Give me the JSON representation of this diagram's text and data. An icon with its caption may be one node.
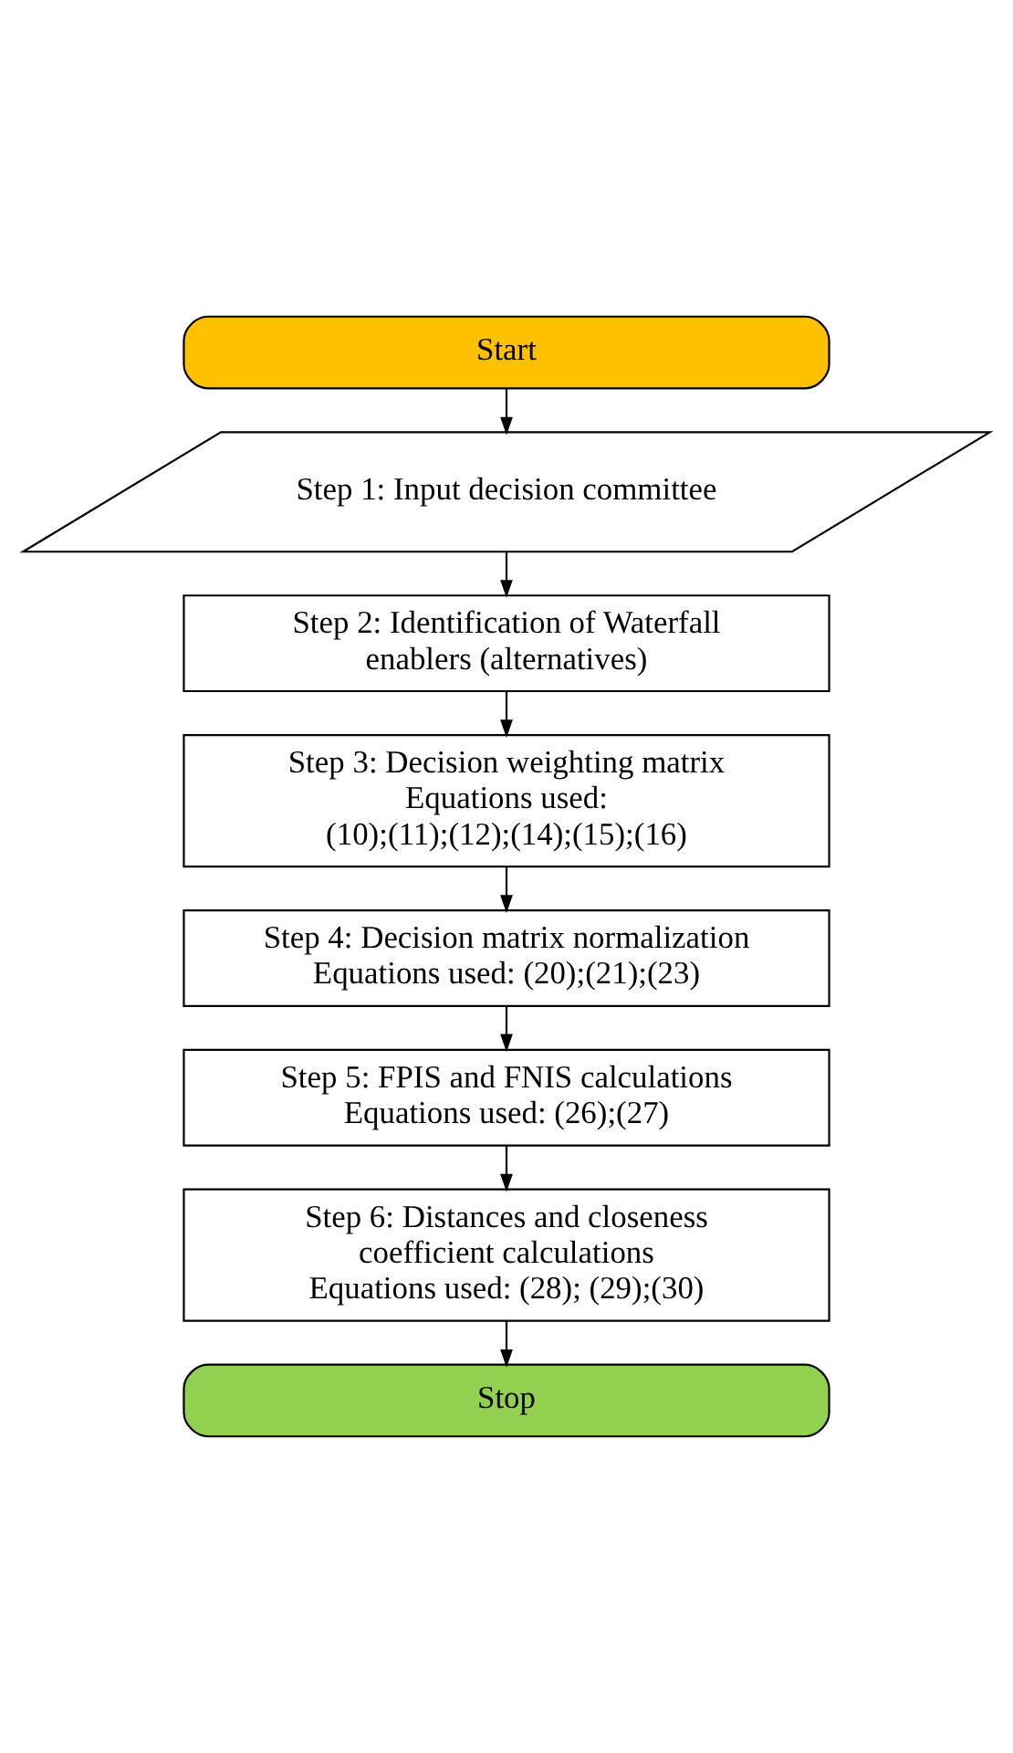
{
  "diagram": {
    "nodes": [
      {
        "text": [
          "Start"
        ]
      },
      {
        "text": [
          "Step 1: Input decision committee"
        ]
      },
      {
        "text": [
          "Step 2: Identification of Waterfall enablers (alternatives)"
        ]
      },
      {
        "text": [
          "Step 3: Decision weighting matrix",
          "Equations used: (10);(11);(12);(14);(15);(16)"
        ]
      },
      {
        "text": [
          "Step 4: Decision matrix normalization",
          "Equations used: (20);(21);(23)"
        ]
      },
      {
        "text": [
          "Step 5: FPIS and FNIS calculations",
          "Equations used: (26);(27)"
        ]
      },
      {
        "text": [
          "Step 6: Distances and closeness coefficient calculations",
          "Equations used: (28); (29);(30)"
        ]
      },
      {
        "text": [
          "Stop"
        ]
      }
    ],
    "edges": [
      {
        "from": 0,
        "to": 1,
        "arrow": "to"
      },
      {
        "from": 1,
        "to": 2,
        "arrow": "to"
      },
      {
        "from": 2,
        "to": 3,
        "arrow": "to"
      },
      {
        "from": 3,
        "to": 4,
        "arrow": "to"
      },
      {
        "from": 4,
        "to": 5,
        "arrow": "to"
      },
      {
        "from": 5,
        "to": 6,
        "arrow": "to"
      },
      {
        "from": 6,
        "to": 7,
        "arrow": "to"
      }
    ]
  }
}
